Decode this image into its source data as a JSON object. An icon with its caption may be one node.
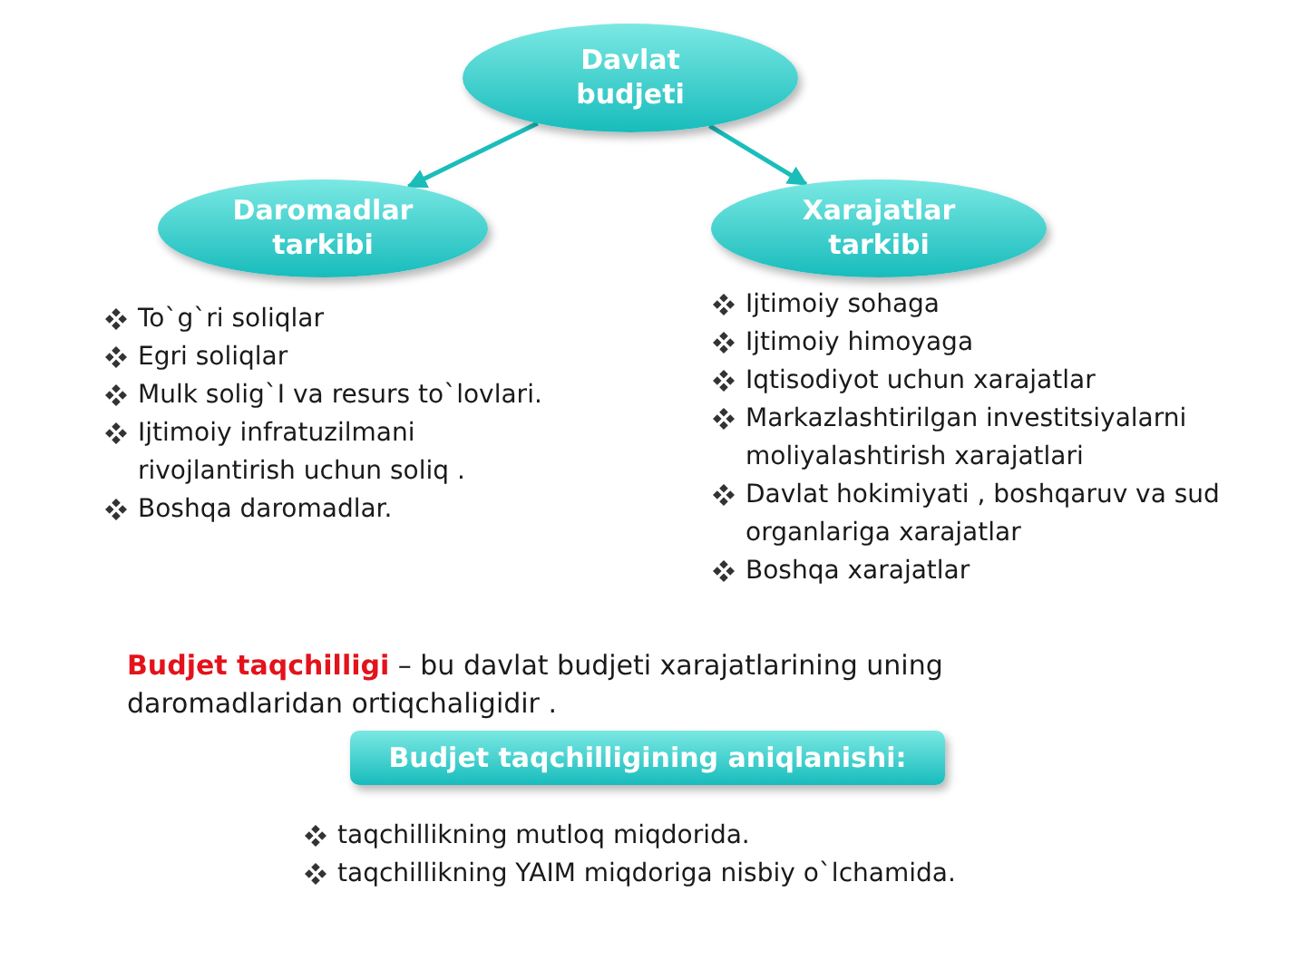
{
  "diagram": {
    "nodes": [
      {
        "text": [
          "Davlat budjeti"
        ]
      },
      {
        "text": [
          "Daromadlar tarkibi"
        ],
        "beside": [
          "To`g`ri soliqlar",
          "Egri soliqlar",
          "Mulk solig`I va resurs to`lovlari.",
          "Ijtimoiy infratuzilmani rivojlantirish uchun soliq .",
          "Boshqa daromadlar."
        ]
      },
      {
        "text": [
          "Xarajatlar tarkibi"
        ],
        "beside": [
          "Ijtimoiy sohaga",
          "Ijtimoiy himoyaga",
          "Iqtisodiyot uchun xarajatlar",
          "Markazlashtirilgan investitsiyalarni moliyalashtirish xarajatlari",
          "Davlat hokimiyati , boshqaruv va sud organlariga xarajatlar",
          "Boshqa xarajatlar"
        ]
      },
      {
        "text": [
          "Budjet taqchilligining aniqlanishi:"
        ],
        "beside": [
          "taqchillikning mutloq miqdorida.",
          "taqchillikning YAIM miqdoriga nisbiy o`lchamida."
        ]
      }
    ],
    "edges": [
      {
        "from": 0,
        "to": 1,
        "arrow": "to"
      },
      {
        "from": 0,
        "to": 2,
        "arrow": "to"
      }
    ],
    "labels": [
      "**Budjet taqchilligi** – bu davlat budjeti xarajatlarining uning daromadlaridan ortiqchaligidir ."
    ]
  }
}
